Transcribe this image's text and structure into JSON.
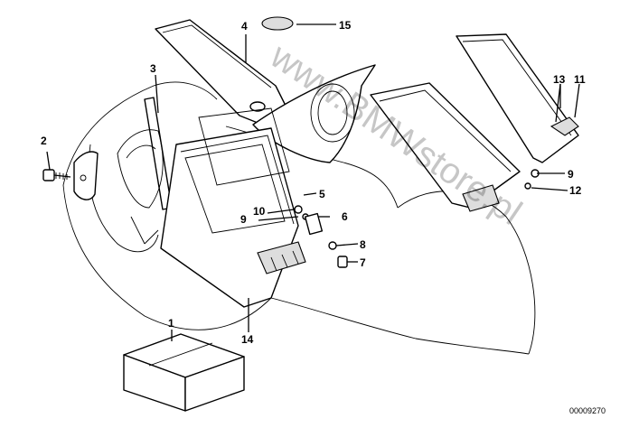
{
  "callouts": {
    "c1": "1",
    "c2": "2",
    "c3": "3",
    "c4": "4",
    "c5": "5",
    "c6": "6",
    "c7": "7",
    "c8": "8",
    "c9a": "9",
    "c9b": "9",
    "c10": "10",
    "c11": "11",
    "c12": "12",
    "c13": "13",
    "c14": "14",
    "c15": "15"
  },
  "watermark": "www.BMWstore.pl",
  "reference_number": "00009270"
}
